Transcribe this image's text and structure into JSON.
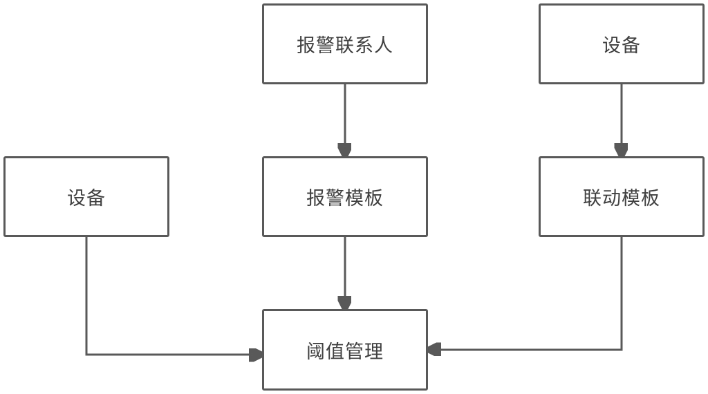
{
  "diagram": {
    "title": "alarm-configuration-flowchart",
    "colors": {
      "stroke": "#595959",
      "text": "#404040",
      "background": "#ffffff"
    },
    "nodes": {
      "alarm_contacts": {
        "label": "报警联系人"
      },
      "device_right": {
        "label": "设备"
      },
      "device_left": {
        "label": "设备"
      },
      "alarm_template": {
        "label": "报警模板"
      },
      "linkage_template": {
        "label": "联动模板"
      },
      "threshold": {
        "label": "阈值管理"
      }
    },
    "edges": [
      {
        "from": "alarm_contacts",
        "to": "alarm_template",
        "style": "straight-down"
      },
      {
        "from": "device_right",
        "to": "linkage_template",
        "style": "straight-down"
      },
      {
        "from": "alarm_template",
        "to": "threshold",
        "style": "straight-down"
      },
      {
        "from": "device_left",
        "to": "threshold",
        "style": "elbow-enters-left-side"
      },
      {
        "from": "linkage_template",
        "to": "threshold",
        "style": "elbow-enters-right-side"
      }
    ]
  }
}
